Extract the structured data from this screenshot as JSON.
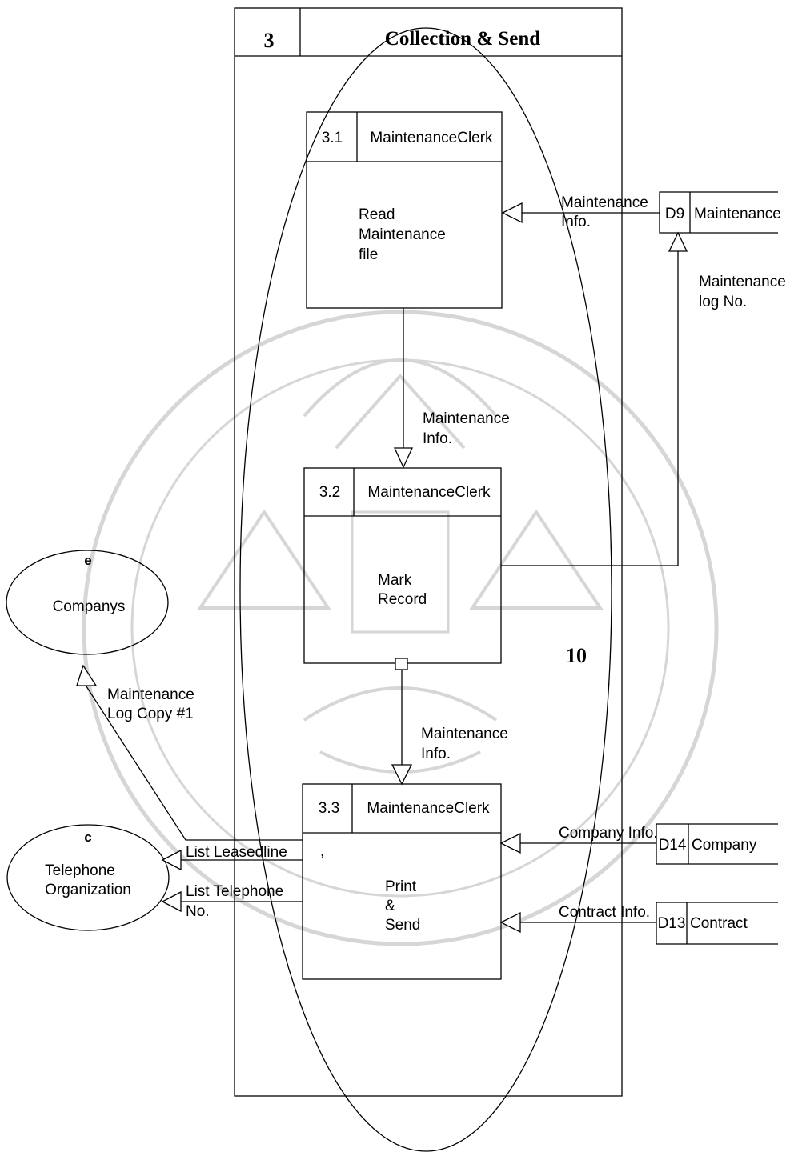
{
  "frame": {
    "number": "3",
    "title": "Collection & Send",
    "annotation": "10"
  },
  "processes": [
    {
      "id": "3.1",
      "actor": "MaintenanceClerk",
      "lines": [
        "Read",
        "Maintenance",
        "file"
      ]
    },
    {
      "id": "3.2",
      "actor": "MaintenanceClerk",
      "lines": [
        "Mark",
        "Record"
      ]
    },
    {
      "id": "3.3",
      "actor": "MaintenanceClerk",
      "mark": ",",
      "lines": [
        "Print",
        "&",
        "Send"
      ]
    }
  ],
  "datastores": [
    {
      "id": "D9",
      "name": "Maintenance"
    },
    {
      "id": "D14",
      "name": "Company"
    },
    {
      "id": "D13",
      "name": "Contract"
    }
  ],
  "entities": [
    {
      "id": "e",
      "lines": [
        "Companys"
      ]
    },
    {
      "id": "c",
      "lines": [
        "Telephone",
        "Organization"
      ]
    }
  ],
  "flows": {
    "d9_to_31": [
      "Maintenance",
      "Info."
    ],
    "p32_to_d9": [
      "Maintenance",
      "log No."
    ],
    "p31_to_32": [
      "Maintenance",
      "Info."
    ],
    "p32_to_33": [
      "Maintenance",
      "Info."
    ],
    "d14_to_33": [
      "Company Info."
    ],
    "d13_to_33": [
      "Contract Info."
    ],
    "p33_to_companys": [
      "Maintenance",
      "Log Copy #1"
    ],
    "p33_to_telorg_1": [
      "List Leasedline"
    ],
    "p33_to_telorg_2": [
      "List Telephone",
      "No."
    ]
  }
}
